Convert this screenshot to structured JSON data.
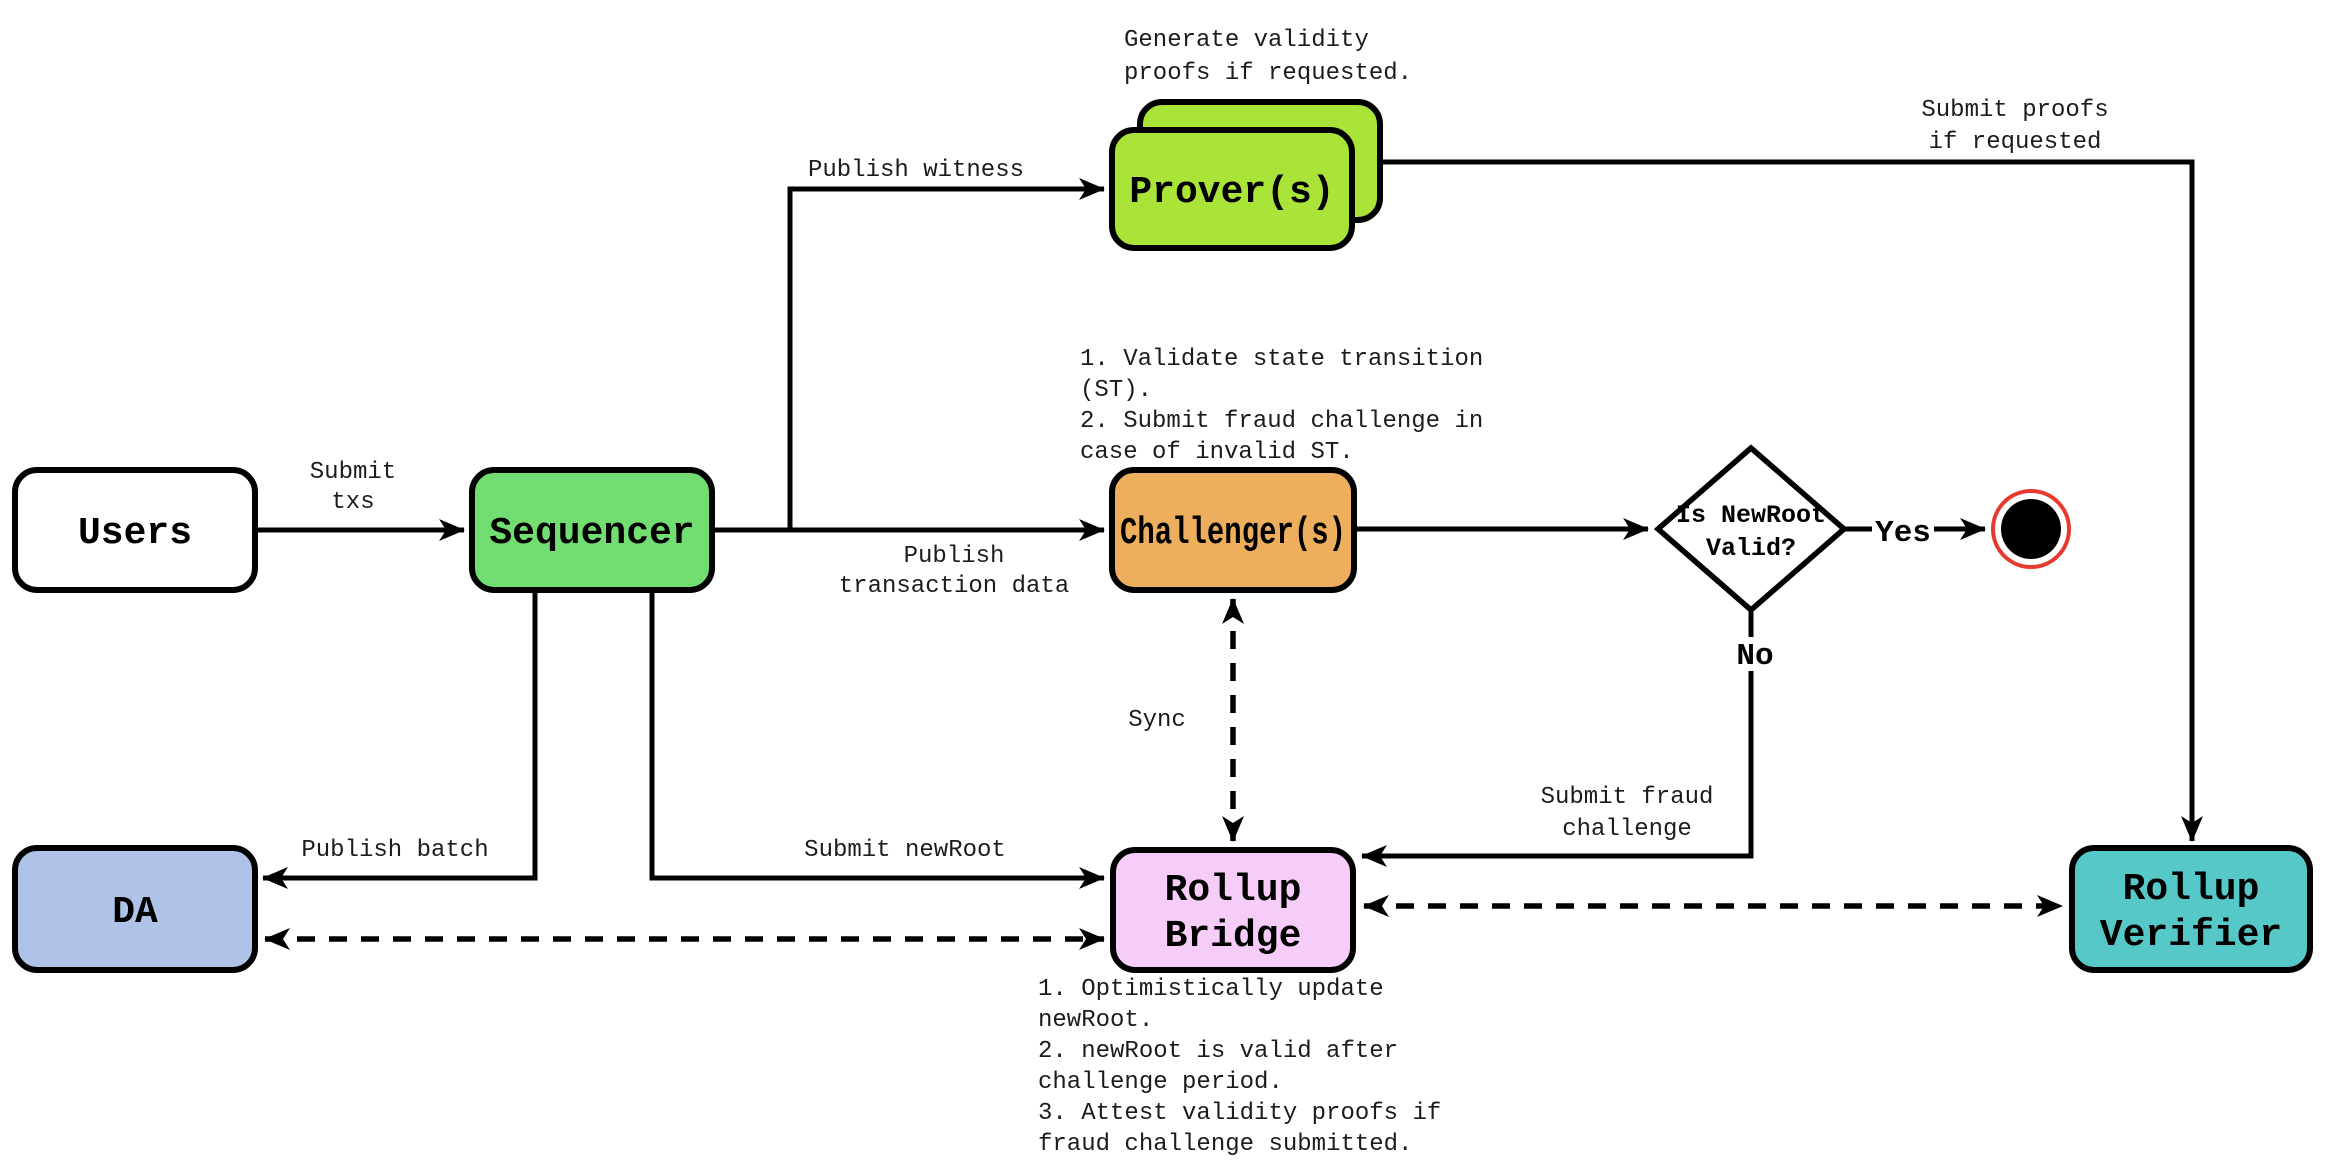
{
  "diagram": {
    "background": "#FFFFFF",
    "stroke": "#000000",
    "nodes": {
      "users": {
        "label": "Users",
        "fill": "#FFFFFF"
      },
      "sequencer": {
        "label": "Sequencer",
        "fill": "#72DE72"
      },
      "prover": {
        "label": "Prover(s)",
        "fill": "#ABE438",
        "note_lines": [
          "Generate validity",
          "proofs if requested."
        ]
      },
      "challenger": {
        "label": "Challenger(s)",
        "fill": "#EDAE5D",
        "note_lines": [
          "1. Validate state transition",
          "(ST).",
          "2. Submit fraud challenge in",
          "case of invalid ST."
        ]
      },
      "decision": {
        "fill": "#FFFFFF",
        "label_lines": [
          "Is NewRoot",
          "Valid?"
        ]
      },
      "end_state": {
        "fill": "#000000",
        "ring": "#E8392E"
      },
      "da": {
        "label": "DA",
        "fill": "#AFC3E8"
      },
      "rollup_bridge": {
        "fill": "#F6CCF8",
        "label_lines": [
          "Rollup",
          "Bridge"
        ],
        "note_lines": [
          "1. Optimistically update",
          "newRoot.",
          "2. newRoot is valid after",
          "challenge period.",
          "3. Attest validity proofs if",
          "fraud challenge submitted."
        ]
      },
      "rollup_verifier": {
        "fill": "#57C8C8",
        "label_lines": [
          "Rollup",
          "Verifier"
        ]
      }
    },
    "edges": {
      "submit_txs": [
        "Submit",
        "txs"
      ],
      "publish_witness": "Publish witness",
      "publish_transaction_data": [
        "Publish",
        "transaction data"
      ],
      "submit_proofs": [
        "Submit proofs",
        "if requested"
      ],
      "publish_batch": "Publish batch",
      "submit_newroot": "Submit newRoot",
      "sync": "Sync",
      "yes": "Yes",
      "no": "No",
      "submit_fraud_challenge": [
        "Submit fraud",
        "challenge"
      ]
    }
  }
}
